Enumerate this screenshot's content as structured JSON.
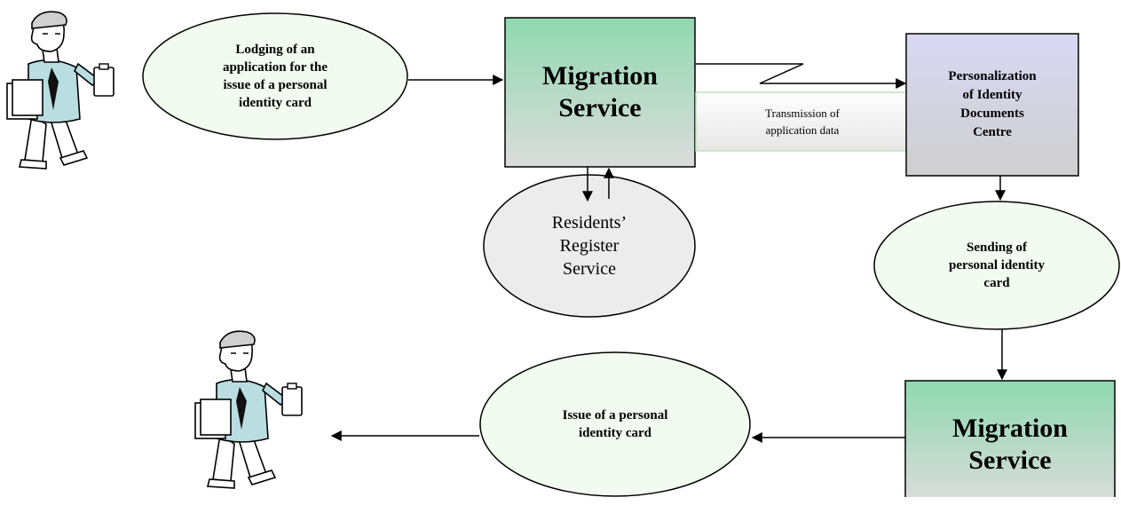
{
  "nodes": {
    "application_ellipse": "Lodging of an\napplication for the\nissue of a personal\nidentity card",
    "migration_service_top": "Migration\nService",
    "transmission_note": "Transmission of\napplication data",
    "personalization_centre": "Personalization\nof Identity\nDocuments\nCentre",
    "residents_register": "Residents’\nRegister\nService",
    "sending_card": "Sending of\npersonal identity\ncard",
    "migration_service_bottom": "Migration\nService",
    "issue_card": "Issue of a personal\nidentity card"
  },
  "colors": {
    "green_box_top": "#8fd9b0",
    "green_box_bottom": "#dcdcdc",
    "purple_box_top": "#d8d8f4",
    "purple_box_bottom": "#cfcfcf",
    "ellipse_green": "#f2fbef",
    "ellipse_grey": "#ececec",
    "person_shirt": "#b9dde0"
  },
  "icons": [
    "person-with-clipboard-icon",
    "person-with-clipboard-icon"
  ]
}
